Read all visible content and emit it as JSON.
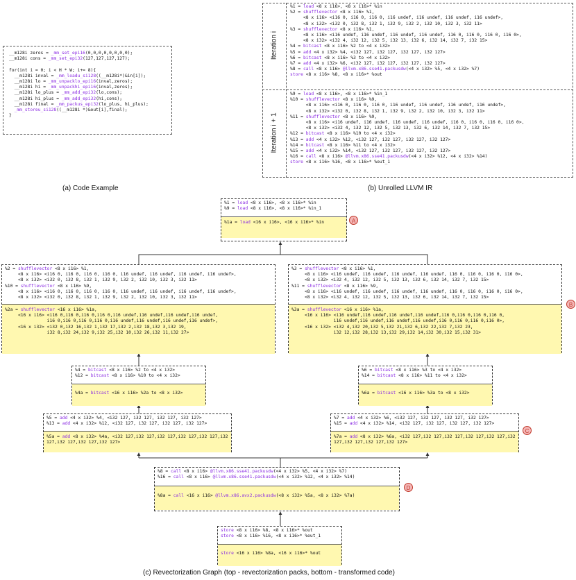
{
  "code_example": {
    "lines": [
      "__m128i zeros = _mm_set_epi16(0,0,0,0,0,0,0,0);",
      "__m128i cons = _mm_set_epi32(127,127,127,127);",
      "",
      "for(int i = 0; i < H * W; i+= 8){",
      "  __m128i inval = _mm_loadu_si128((__m128i*)&in[i]);",
      "  __m128i lo = _mm_unpacklo_epi16(inval,zeros);",
      "  __m128i hi = _mm_unpackhi_epi16(inval,zeros);",
      "  __m128i lo_plus = _mm_add_epi32(lo,cons);",
      "  __m128i hi_plus = _mm_add_epi32(hi,cons);",
      "  __m128i final = _mm_packus_epi32(lo_plus, hi_plus);",
      "  _mm_storeu_si128((__m128i *)&out[i],final);",
      "}"
    ],
    "caption": "(a) Code Example"
  },
  "llvm_ir": {
    "iteration_i_label": "Iteration i",
    "iteration_i1_label": "Iteration i + 1",
    "iteration_i": [
      "%1 = load <8 x i16>, <8 x i16>* %in",
      "%2 = shufflevector <8 x i16> %1,",
      "     <8 x i16> <i16 0, i16 0, i16 0, i16 undef, i16 undef, i16 undef, i16 undef>,",
      "     <8 x i32> <i32 0, i32 8, i32 1, i32 9, i32 2, i32 10, i32 3, i32 11>",
      "%3 = shufflevector <8 x i16> %1,",
      "     <8 x i16> <i16 undef, i16 undef, i16 undef, i16 undef, i16 0, i16 0, i16 0, i16 0>,",
      "     <8 x i32> <i32 4, i32 12, i32 5, i32 13, i32 6, i32 14, i32 7, i32 15>",
      "%4 = bitcast <8 x i16> %2 to <4 x i32>",
      "%5 = add <4 x i32> %4, <i32 127, i32 127, i32 127, i32 127>",
      "%6 = bitcast <8 x i16> %3 to <4 x i32>",
      "%7 = add <4 x i32> %6, <i32 127, i32 127, i32 127, i32 127>",
      "%8 = call <8 x i16> @llvm.x86.sse41.packusdw(<4 x i32> %5, <4 x i32> %7)",
      "store <8 x i16> %8, <8 x i16>* %out"
    ],
    "iteration_i1": [
      "%9 = load <8 x i16>, <8 x i16>* %in_1",
      "%10 = shufflevector <8 x i16> %9,",
      "      <8 x i16> <i16 0, i16 0, i16 0, i16 undef, i16 undef, i16 undef, i16 undef>,",
      "      <8 x i32> <i32 0, i32 8, i32 1, i32 9, i32 2, i32 10, i32 3, i32 11>",
      "%11 = shufflevector <8 x i16> %9,",
      "      <8 x i16> <i16 undef, i16 undef, i16 undef, i16 undef, i16 0, i16 0, i16 0, i16 0>,",
      "      <8 x i32> <i32 4, i32 12, i32 5, i32 13, i32 6, i32 14, i32 7, i32 15>",
      "%12 = bitcast <8 x i16> %10 to <4 x i32>",
      "%13 = add <4 x i32> %12, <i32 127, i32 127, i32 127, i32 127>",
      "%14 = bitcast <8 x i16> %11 to <4 x i32>",
      "%15 = add <4 x i32> %14, <i32 127, i32 127, i32 127, i32 127>",
      "%16 = call <8 x i16> @llvm.x86.sse41.packusdw(<4 x i32> %12, <4 x i32> %14)",
      "store <8 x i16> %16, <8 x i16>* %out_1"
    ],
    "caption": "(b) Unrolled LLVM IR"
  },
  "graph": {
    "caption": "(c) Revectorization Graph (top - revectorization packs, bottom - transformed code)",
    "nodes": {
      "load": {
        "top": [
          "%1 = load <8 x i16>, <8 x i16>* %in",
          "%9 = load <8 x i16>, <8 x i16>* %in_1"
        ],
        "bot": [
          "%1a = load <16 x i16>, <16 x i16>* %in"
        ],
        "badge": "A"
      },
      "shuf_lo": {
        "top": [
          "%2 = shufflevector <8 x i16> %1,",
          "     <8 x i16> <i16 0, i16 0, i16 0, i16 0, i16 undef, i16 undef, i16 undef, i16 undef>,",
          "     <8 x i32> <i32 0, i32 8, i32 1, i32 9, i32 2, i32 10, i32 3, i32 11>",
          "%10 = shufflevector <8 x i16> %9,",
          "     <8 x i16> <i16 0, i16 0, i16 0, i16 0, i16 undef, i16 undef, i16 undef, i16 undef>,",
          "     <8 x i32> <i32 0, i32 8, i32 1, i32 9, i32 2, i32 10, i32 3, i32 11>"
        ],
        "bot": [
          "%2a = shufflevector <16 x i16> %1a,",
          "     <16 x i16> <i16 0,i16 0,i16 0,i16 0,i16 undef,i16 undef,i16 undef,i16 undef,",
          "                i16 0,i16 0,i16 0,i16 0,i16 undef,i16 undef,i16 undef,i16 undef>,",
          "     <16 x i32> <i32 0,i32 16,i32 1,i32 17,i32 2,i32 18,i32 3,i32 19,",
          "                i32 8,i32 24,i32 9,i32 25,i32 10,i32 26,i32 11,i32 27>"
        ]
      },
      "shuf_hi": {
        "top": [
          "%3 = shufflevector <8 x i16> %1,",
          "     <8 x i16> <i16 undef, i16 undef, i16 undef, i16 undef, i16 0, i16 0, i16 0, i16 0>,",
          "     <8 x i32> <i32 4, i32 12, i32 5, i32 13, i32 6, i32 14, i32 7, i32 15>",
          "%11 = shufflevector <8 x i16> %9,",
          "     <8 x i16> <i16 undef, i16 undef, i16 undef, i16 undef, i16 0, i16 0, i16 0, i16 0>,",
          "     <8 x i32> <i32 4, i32 12, i32 5, i32 13, i32 6, i32 14, i32 7, i32 15>"
        ],
        "bot": [
          "%3a = shufflevector <16 x i16> %1a,",
          "     <16 x i16> <i16 undef,i16 undef,i16 undef,i16 undef,i16 0,i16 0,i16 0,i16 0,",
          "                i16 undef,i16 undef,i16 undef,i16 undef,i16 0,i16 0,i16 0,i16 0>,",
          "     <16 x i32> <i32 4,i32 20,i32 5,i32 21,i32 6,i32 22,i32 7,i32 23,",
          "                i32 12,i32 28,i32 13,i32 29,i32 14,i32 30,i32 15,i32 31>"
        ],
        "badge": "B"
      },
      "bitcast_lo": {
        "top": [
          "%4 = bitcast <8 x i16> %2 to <4 x i32>",
          "%12 = bitcast <8 x i16> %10 to <4 x i32>"
        ],
        "bot": [
          "%4a = bitcast <16 x i16> %2a to <8 x i32>"
        ]
      },
      "bitcast_hi": {
        "top": [
          "%6 = bitcast <8 x i16> %3 to <4 x i32>",
          "%14 = bitcast <8 x i16> %11 to <4 x i32>"
        ],
        "bot": [
          "%6a = bitcast <16 x i16> %3a to <8 x i32>"
        ]
      },
      "add_lo": {
        "top": [
          "%5 = add <4 x i32> %4, <i32 127, i32 127, i32 127, i32 127>",
          "%13 = add <4 x i32> %12, <i32 127, i32 127, i32 127, i32 127>"
        ],
        "bot": [
          "%5a = add <8 x i32> %4a, <i32 127,i32 127,i32 127,i32 127,i32 127,i32",
          "127,i32 127,i32 127,i32 127>"
        ]
      },
      "add_hi": {
        "top": [
          "%7 = add <4 x i32> %6, <i32 127, i32 127, i32 127, i32 127>",
          "%15 = add <4 x i32> %14, <i32 127, i32 127, i32 127, i32 127>"
        ],
        "bot": [
          "%7a = add <8 x i32> %6a, <i32 127,i32 127,i32 127,i32 127,i32 127,i32",
          "127,i32 127,i32 127,i32 127>"
        ],
        "badge": "C"
      },
      "call": {
        "top": [
          "%8 = call <8 x i16> @llvm.x86.sse41.packusdw(<4 x i32> %5, <4 x i32> %7)",
          "%16 = call <8 x i16> @llvm.x86.sse41.packusdw(<4 x i32> %12, <4 x i32> %14)"
        ],
        "bot": [
          "%8a = call <16 x i16> @llvm.x86.avx2.packusdw(<8 x i32> %5a, <8 x i32> %7a)"
        ],
        "badge": "D"
      },
      "store": {
        "top": [
          "store <8 x i16> %8, <8 x i16>* %out",
          "store <8 x i16> %16, <8 x i16>* %out_1"
        ],
        "bot": [
          "store <16 x i16> %8a, <16 x i16>* %out"
        ]
      }
    }
  }
}
